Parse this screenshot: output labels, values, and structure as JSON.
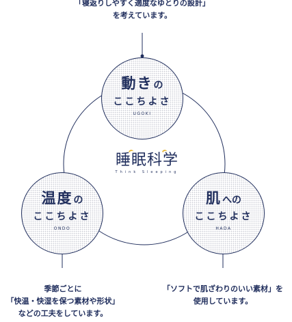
{
  "top_caption": {
    "line1": "「寝返りしやすく適度なゆとりの設計」",
    "line2": "を考えています。"
  },
  "nodes": {
    "ugoki": {
      "title": "動き",
      "suffix": "の",
      "sub": "ここちよさ",
      "roman": "UGOKI"
    },
    "ondo": {
      "title": "温度",
      "suffix": "の",
      "sub": "ここちよさ",
      "roman": "ONDO"
    },
    "hada": {
      "title": "肌",
      "suffix": "への",
      "sub": "ここちよさ",
      "roman": "HADA"
    }
  },
  "logo": {
    "kanji": "睡眠科学",
    "tagline": "Think Sleeping"
  },
  "left_caption": {
    "line1": "季節ごとに",
    "line2": "「快温・快湿を保つ素材や形状」",
    "line3": "などの工夫をしています。"
  },
  "right_caption": {
    "line1": "「ソフトで肌ざわりのいい素材」を",
    "line2": "使用しています。"
  },
  "colors": {
    "navy": "#1f2d5c",
    "accent": "#e8b838"
  }
}
